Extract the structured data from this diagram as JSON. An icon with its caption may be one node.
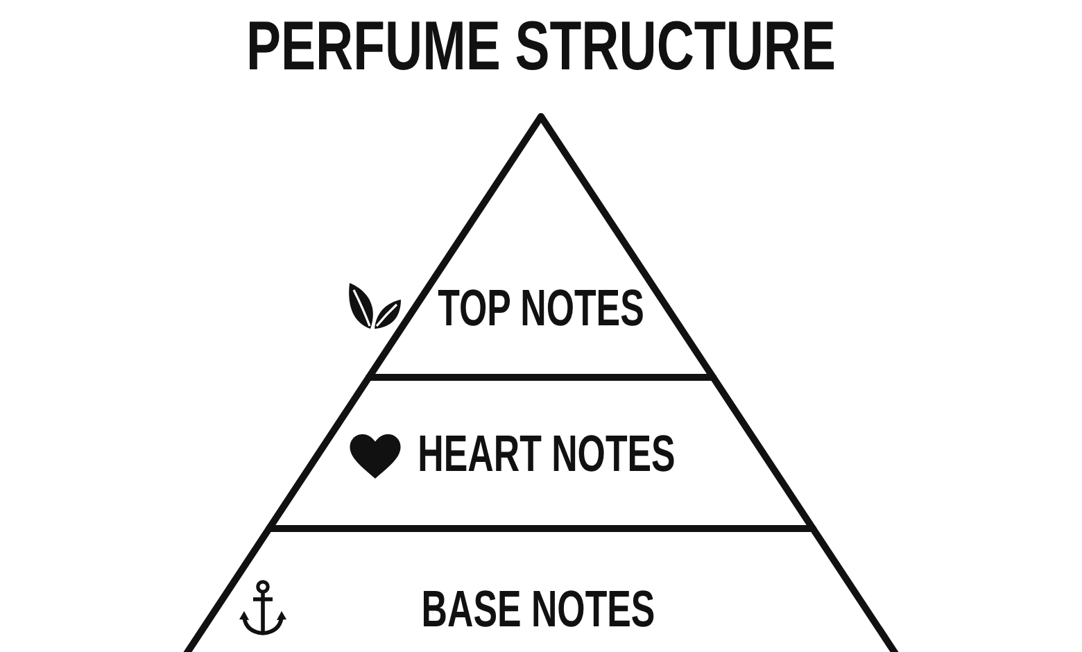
{
  "diagram": {
    "title": "PERFUME STRUCTURE",
    "nodes": [
      {
        "text": [
          "TOP NOTES"
        ]
      },
      {
        "text": [
          "HEART NOTES"
        ]
      },
      {
        "text": [
          "BASE NOTES"
        ]
      }
    ]
  }
}
